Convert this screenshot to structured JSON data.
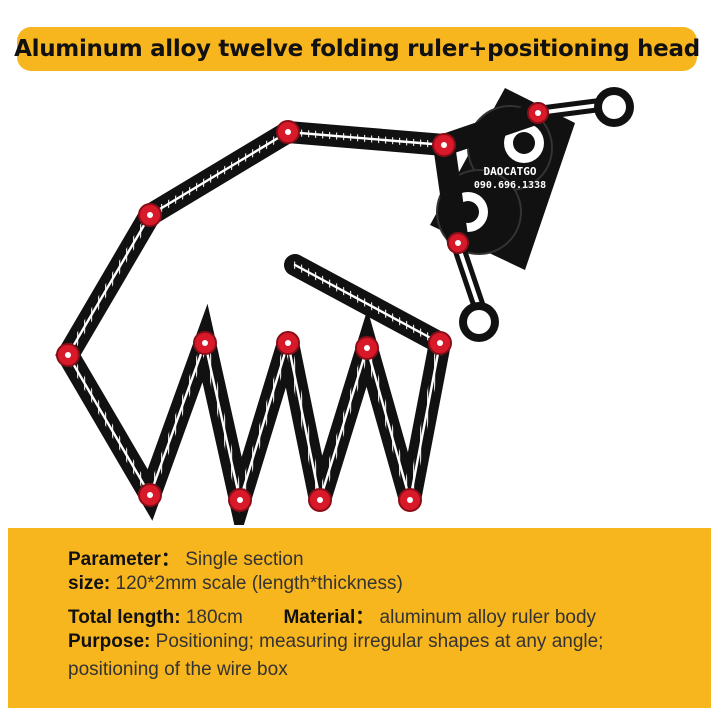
{
  "title": "Aluminum alloy twelve folding ruler+positioning head",
  "watermark": {
    "line1": "DAOCATGO",
    "line2": "090.696.1338"
  },
  "parameters": {
    "parameter_label": "Parameter：",
    "parameter_value": "Single section",
    "size_label": "size:",
    "size_value": "120*2mm scale (length*thickness)",
    "total_length_label": "Total length:",
    "total_length_value": "180cm",
    "material_label": "Material：",
    "material_value": "aluminum alloy ruler body",
    "purpose_label": "Purpose:",
    "purpose_value": "Positioning; measuring irregular shapes at any angle;",
    "purpose_value_cont": "positioning of the wire box"
  },
  "colors": {
    "banner": "#f7b51e",
    "ruler": "#111111",
    "pivot": "#d8192a",
    "scale": "#ffffff"
  }
}
